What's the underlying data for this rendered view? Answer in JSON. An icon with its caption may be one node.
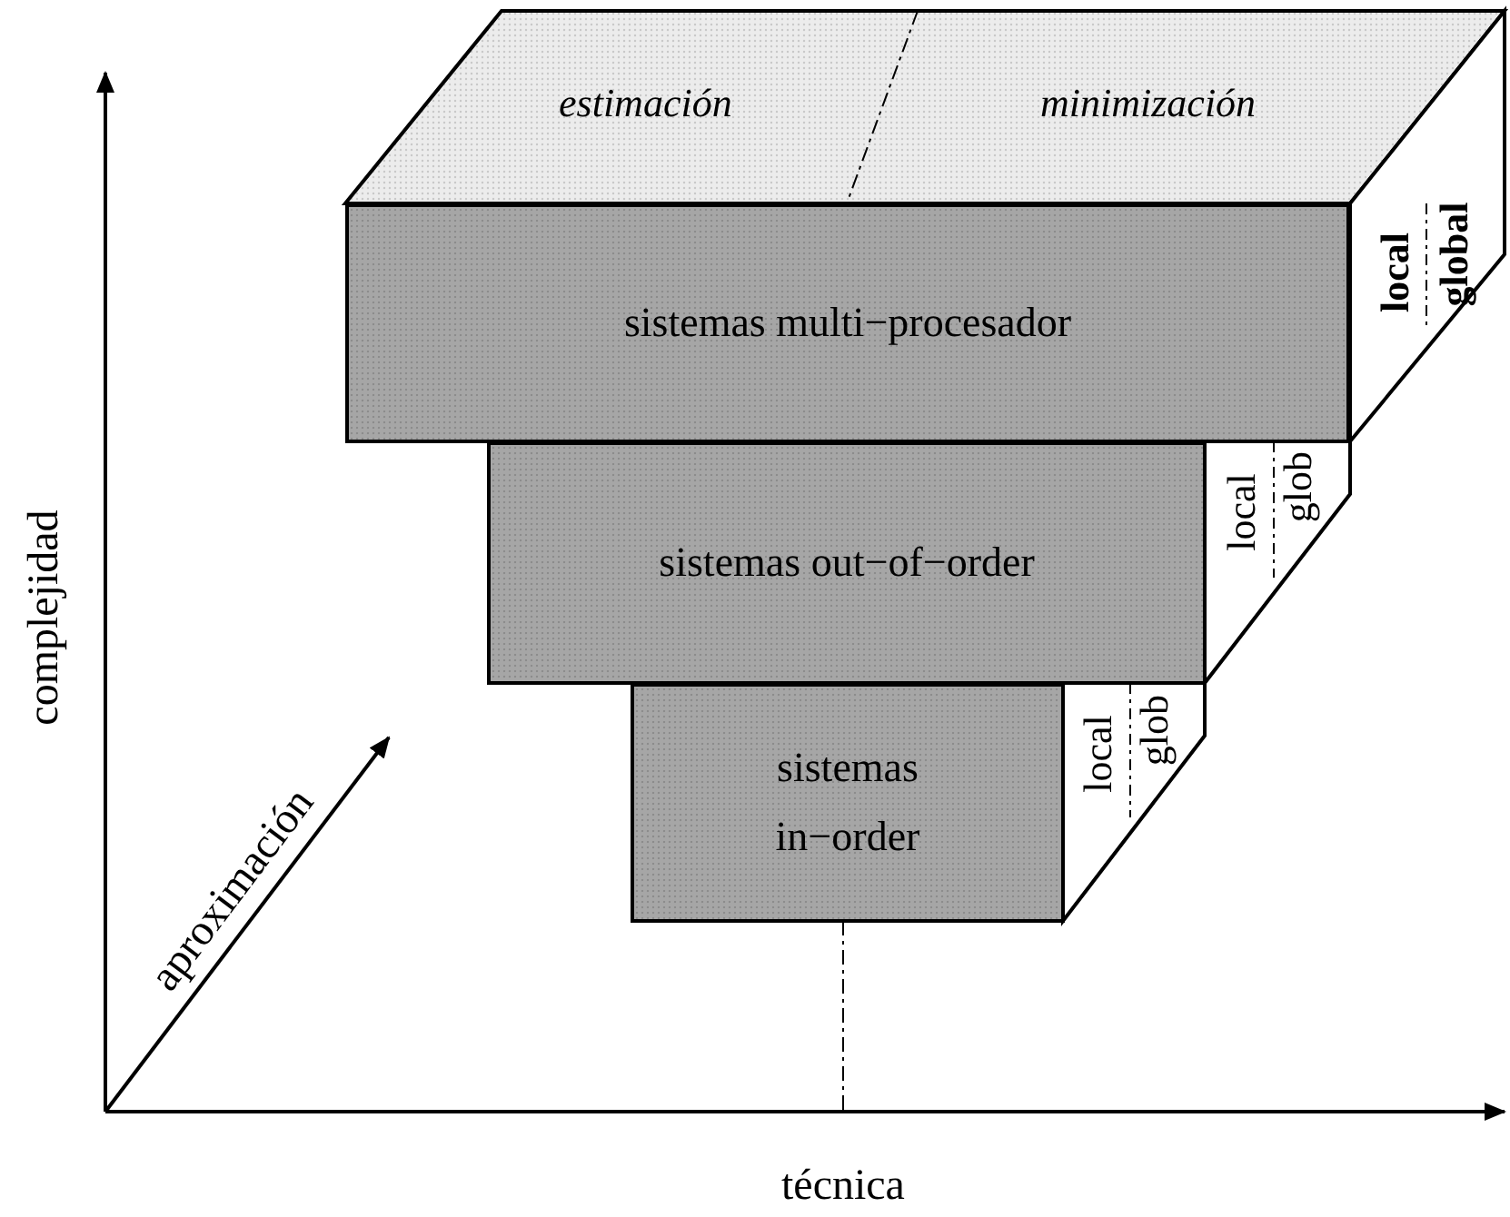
{
  "diagram": {
    "nodes": [
      {
        "text": [
          "sistemas multi−procesador"
        ]
      },
      {
        "text": [
          "sistemas out−of−order"
        ]
      },
      {
        "text": [
          "sistemas in−order"
        ]
      }
    ],
    "labels": [
      "estimación",
      "minimización",
      "local",
      "global",
      "local",
      "glob",
      "local",
      "glob",
      "complejidad",
      "aproximación",
      "técnica"
    ]
  }
}
